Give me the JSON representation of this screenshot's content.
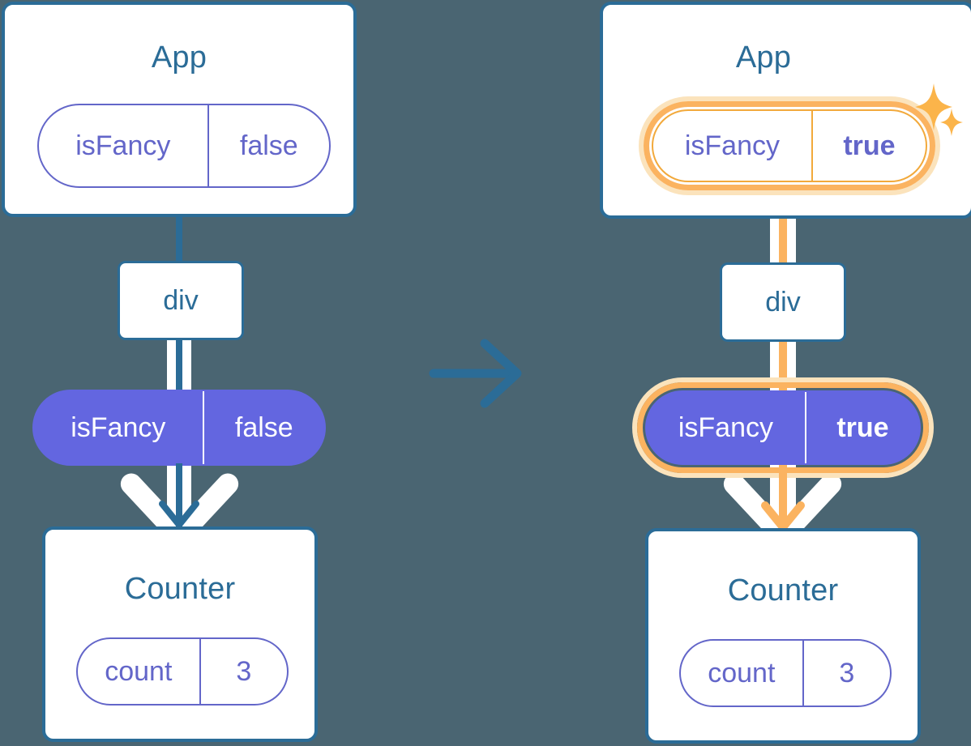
{
  "diagram": {
    "title_semantic": "react-state-propagation-before-after",
    "background_color": "#4A6572",
    "accent_blue": "#2B6C97",
    "accent_purple": "#6366E0",
    "accent_orange": "#FBB360",
    "accent_orange_soft": "#FBE3BC",
    "transition_arrow": "right-arrow"
  },
  "before": {
    "app_card": {
      "title": "App",
      "pill": {
        "key": "isFancy",
        "value": "false",
        "style": "outline",
        "highlighted": false
      }
    },
    "div_node": {
      "label": "div"
    },
    "prop_pill": {
      "key": "isFancy",
      "value": "false",
      "style": "solid",
      "highlighted": false
    },
    "counter_card": {
      "title": "Counter",
      "pill": {
        "key": "count",
        "value": "3",
        "style": "outline",
        "highlighted": false
      }
    }
  },
  "after": {
    "app_card": {
      "title": "App",
      "pill": {
        "key": "isFancy",
        "value": "true",
        "style": "outline",
        "highlighted": true
      }
    },
    "div_node": {
      "label": "div"
    },
    "prop_pill": {
      "key": "isFancy",
      "value": "true",
      "style": "solid",
      "highlighted": true
    },
    "counter_card": {
      "title": "Counter",
      "pill": {
        "key": "count",
        "value": "3",
        "style": "outline",
        "highlighted": false
      }
    },
    "sparkle_icons": [
      "sparkle-large",
      "sparkle-small"
    ]
  }
}
